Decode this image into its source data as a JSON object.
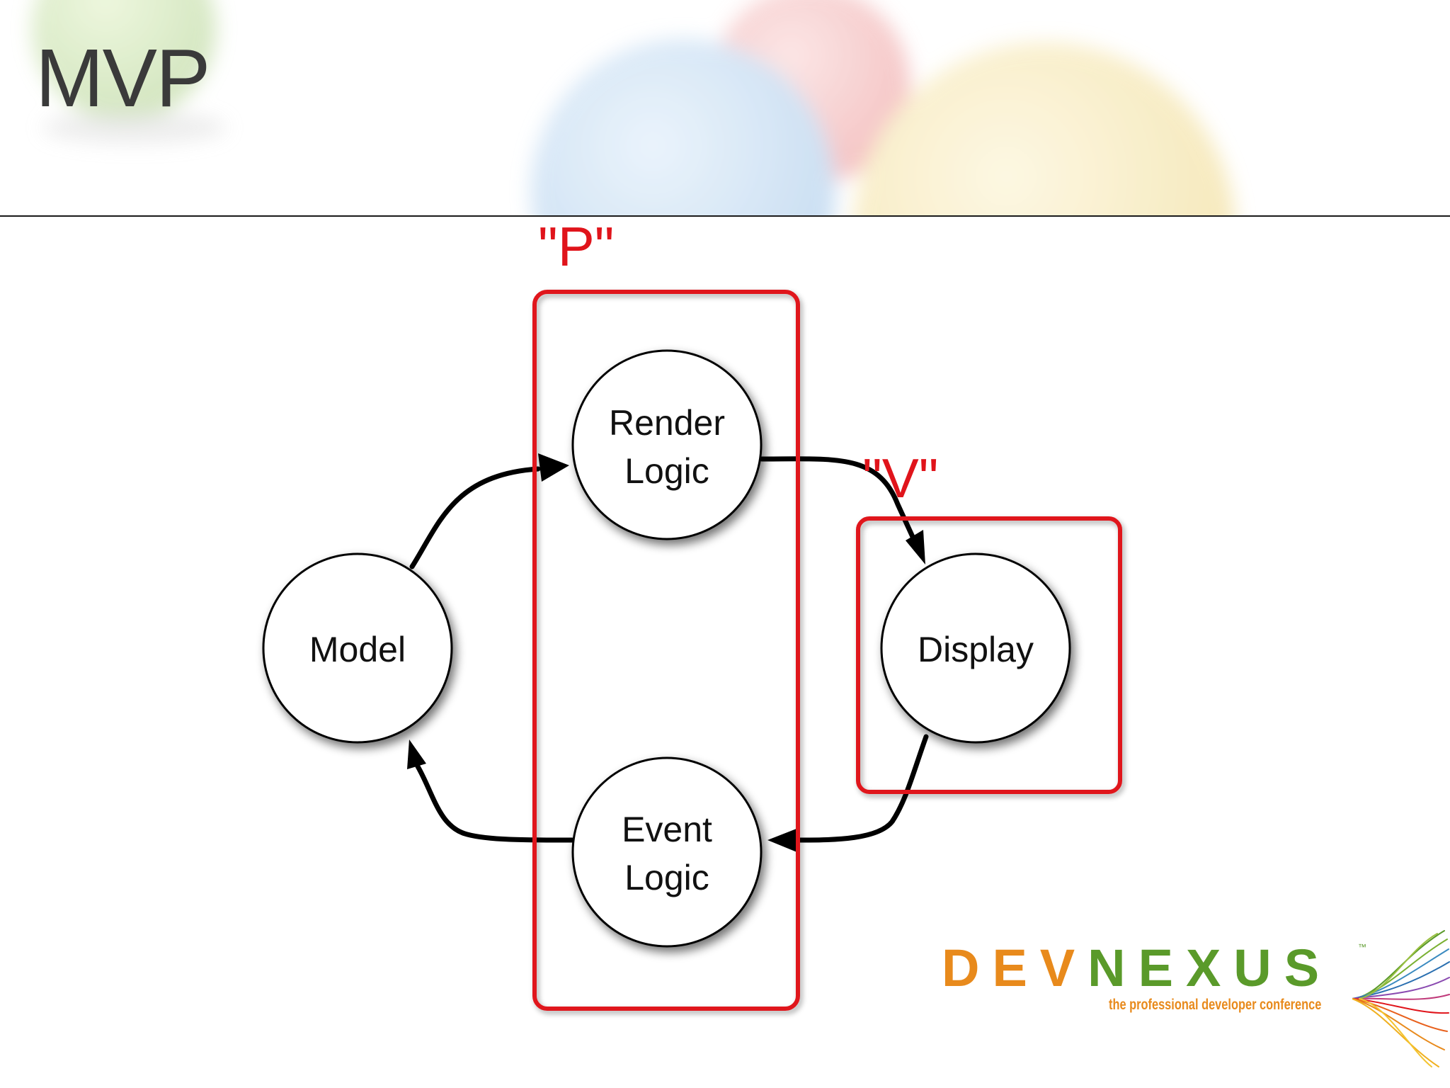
{
  "slide": {
    "title": "MVP"
  },
  "diagram": {
    "nodes": {
      "model": "Model",
      "render_logic": [
        "Render",
        "Logic"
      ],
      "display": "Display",
      "event_logic": [
        "Event",
        "Logic"
      ]
    },
    "groups": {
      "presenter": "\"P\"",
      "view": "\"V\""
    },
    "edges": [
      {
        "from": "Model",
        "to": "Render Logic"
      },
      {
        "from": "Render Logic",
        "to": "Display"
      },
      {
        "from": "Display",
        "to": "Event Logic"
      },
      {
        "from": "Event Logic",
        "to": "Model"
      }
    ],
    "colors": {
      "group_outline": "#e0141b",
      "node_fill": "#ffffff",
      "arrow": "#000000"
    }
  },
  "logo": {
    "word_dev": "DEV",
    "word_nexus": "NEXUS",
    "trademark": "™",
    "tagline": "the professional developer conference",
    "colors": {
      "dev": "#e88a1c",
      "nexus": "#5a9a2a",
      "tagline": "#e88a1c"
    }
  }
}
